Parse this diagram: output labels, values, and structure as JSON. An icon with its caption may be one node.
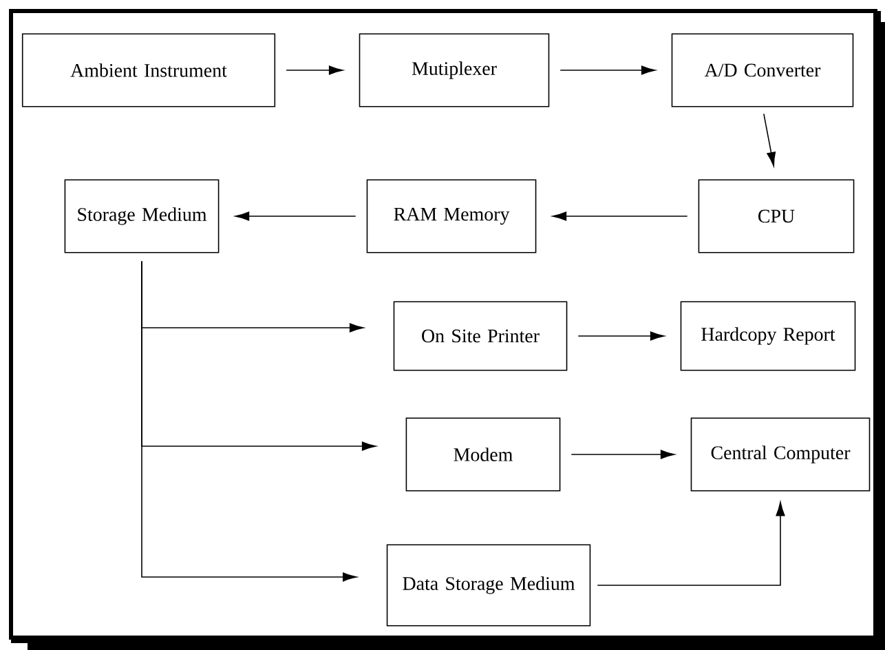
{
  "diagram": {
    "nodes": [
      {
        "text": [
          "Ambient Instrument"
        ]
      },
      {
        "text": [
          "Mutiplexer"
        ]
      },
      {
        "text": [
          "A/D Converter"
        ]
      },
      {
        "text": [
          "CPU"
        ]
      },
      {
        "text": [
          "RAM Memory"
        ]
      },
      {
        "text": [
          "Storage Medium"
        ]
      },
      {
        "text": [
          "On Site Printer"
        ]
      },
      {
        "text": [
          "Hardcopy Report"
        ]
      },
      {
        "text": [
          "Modem"
        ]
      },
      {
        "text": [
          "Central Computer"
        ]
      },
      {
        "text": [
          "Data Storage Medium"
        ]
      }
    ],
    "edges": [
      {
        "from": 0,
        "to": 1,
        "arrow": "to"
      },
      {
        "from": 1,
        "to": 2,
        "arrow": "to"
      },
      {
        "from": 2,
        "to": 3,
        "arrow": "to"
      },
      {
        "from": 3,
        "to": 4,
        "arrow": "to"
      },
      {
        "from": 4,
        "to": 5,
        "arrow": "to"
      },
      {
        "from": 5,
        "to": 6,
        "arrow": "to"
      },
      {
        "from": 5,
        "to": 8,
        "arrow": "to"
      },
      {
        "from": 5,
        "to": 10,
        "arrow": "to"
      },
      {
        "from": 6,
        "to": 7,
        "arrow": "to"
      },
      {
        "from": 8,
        "to": 9,
        "arrow": "to"
      },
      {
        "from": 10,
        "to": 9,
        "arrow": "to"
      }
    ]
  }
}
